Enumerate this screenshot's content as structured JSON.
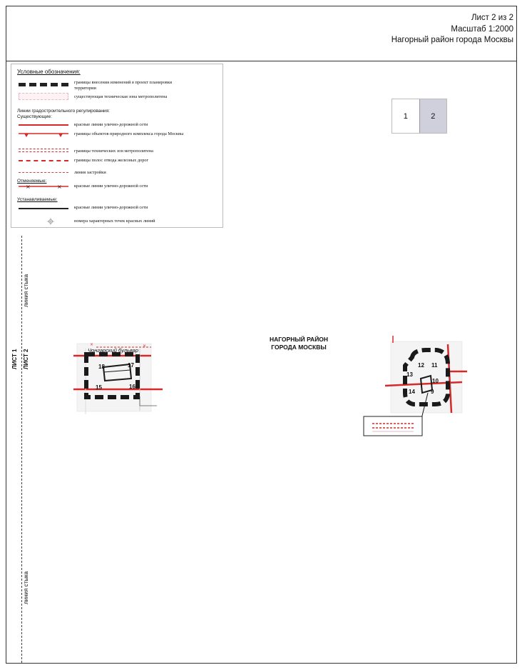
{
  "sheet": {
    "line1": "Лист 2 из 2",
    "line2": "Масштаб 1:2000",
    "line3": "Нагорный район города Москвы"
  },
  "legend": {
    "title": "Условные обозначения:",
    "items_top": [
      {
        "text": "границы внесения изменений в проект планировки",
        "text2": "территории",
        "icon": "boundary-dash"
      },
      {
        "text": "существующая техническая зона метрополитена",
        "icon": "metro-tech-zone"
      }
    ],
    "section": "Линии градостроительного регулирования:",
    "existing_label": "Существующие:",
    "existing": [
      {
        "text": "красные линии улично-дорожной сети",
        "icon": "red-line"
      },
      {
        "text": "границы объектов природного комплекса города Москвы",
        "icon": "nature-boundary"
      },
      {
        "text": "границы технических зон метрополитена",
        "icon": "metro-zone-boundary"
      },
      {
        "text": "границы полос отвода железных дорог",
        "icon": "railway-boundary"
      },
      {
        "text": "линия застройки",
        "icon": "building-line"
      }
    ],
    "cancelled_label": "Отменяемые:",
    "cancelled": [
      {
        "text": "красные линии улично-дорожной сети",
        "icon": "cancelled-red-line"
      }
    ],
    "established_label": "Устанавливаемые:",
    "established": [
      {
        "text": "красные линии улично-дорожной сети",
        "icon": "new-red-line"
      },
      {
        "text": "номера характерных точек красных линий",
        "icon": "point-number"
      }
    ]
  },
  "sheet_index": {
    "cells": [
      "1",
      "2"
    ],
    "active": "2"
  },
  "join": {
    "label_top": "линия стыка",
    "label_bottom": "линия стыка",
    "sheet1": "ЛИСТ 1",
    "sheet2": "ЛИСТ 2"
  },
  "district": {
    "line1": "НАГОРНЫЙ РАЙОН",
    "line2": "ГОРОДА МОСКВЫ"
  },
  "map": {
    "street": "Чонгарский бульвар",
    "left_points": [
      "18",
      "17",
      "15",
      "16"
    ],
    "right_points": [
      "12",
      "11",
      "13",
      "10",
      "14",
      "9"
    ],
    "colors": {
      "red_line": "#d62a2a",
      "boundary": "#1a1a1a",
      "metro_zone": "#e6b9c4"
    }
  }
}
